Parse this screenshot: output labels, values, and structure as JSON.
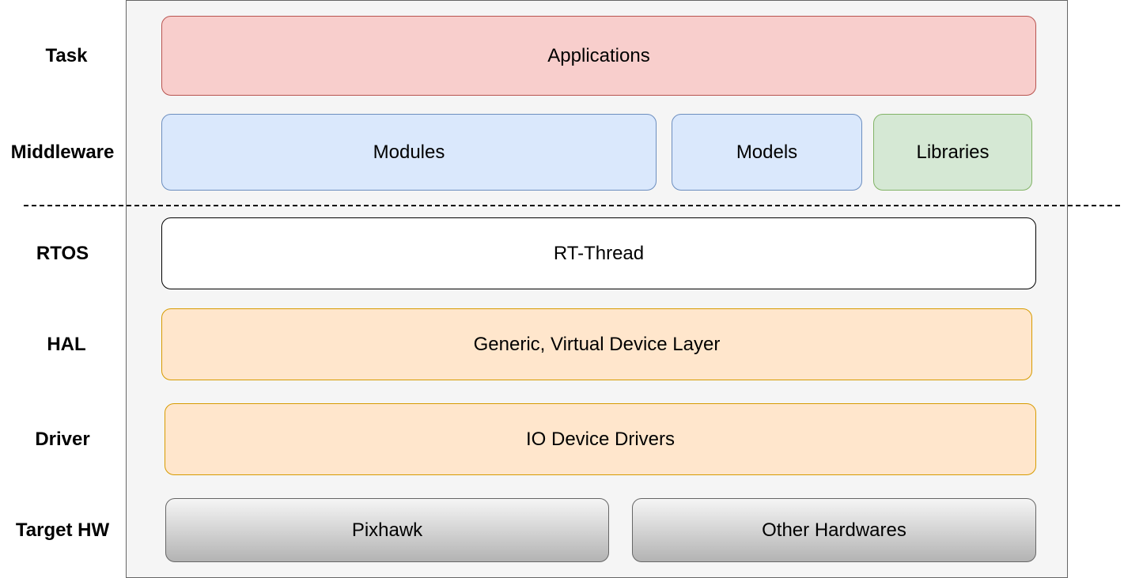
{
  "layers": {
    "task": {
      "label": "Task",
      "boxes": {
        "applications": "Applications"
      }
    },
    "middleware": {
      "label": "Middleware",
      "boxes": {
        "modules": "Modules",
        "models": "Models",
        "libraries": "Libraries"
      }
    },
    "rtos": {
      "label": "RTOS",
      "boxes": {
        "rt_thread": "RT-Thread"
      }
    },
    "hal": {
      "label": "HAL",
      "boxes": {
        "virtual_device_layer": "Generic, Virtual Device Layer"
      }
    },
    "driver": {
      "label": "Driver",
      "boxes": {
        "io_device_drivers": "IO Device Drivers"
      }
    },
    "target_hw": {
      "label": "Target HW",
      "boxes": {
        "pixhawk": "Pixhawk",
        "other_hardwares": "Other Hardwares"
      }
    }
  },
  "colors": {
    "applications": "#f8cecc",
    "modules": "#dae8fc",
    "models": "#dae8fc",
    "libraries": "#d5e8d4",
    "rtos": "#ffffff",
    "hal": "#ffe6cc",
    "driver": "#ffe6cc",
    "hardware": "#b3b3b3",
    "panel": "#f5f5f5"
  }
}
